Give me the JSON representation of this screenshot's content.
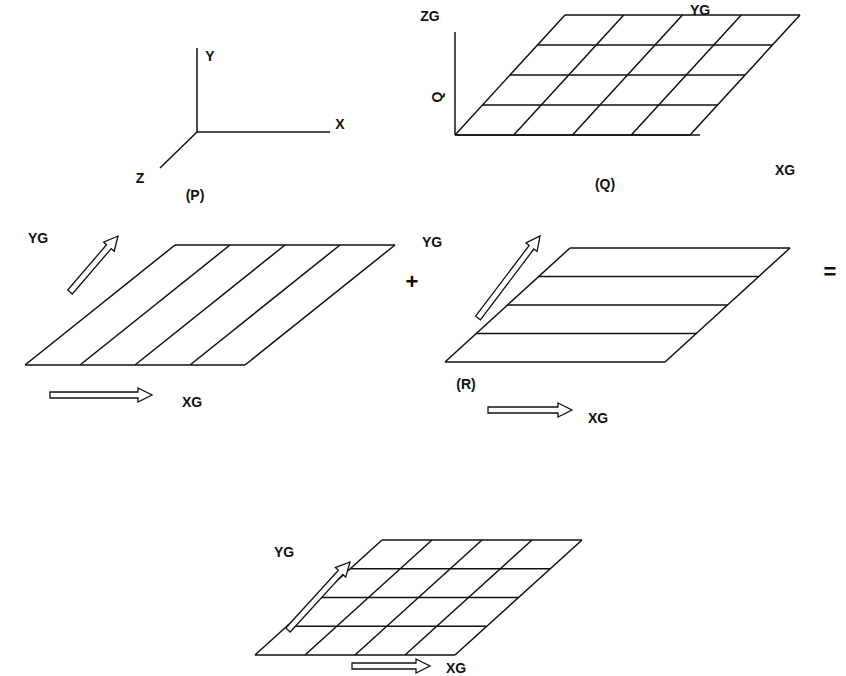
{
  "diagram": {
    "labels": [
      "Y",
      "X",
      "Z",
      "(P)",
      "ZG",
      "YG",
      "Q",
      "XG",
      "(Q)",
      "YG",
      "XG",
      "+",
      "YG",
      "XG",
      "(R)",
      "=",
      "YG",
      "XG"
    ]
  }
}
